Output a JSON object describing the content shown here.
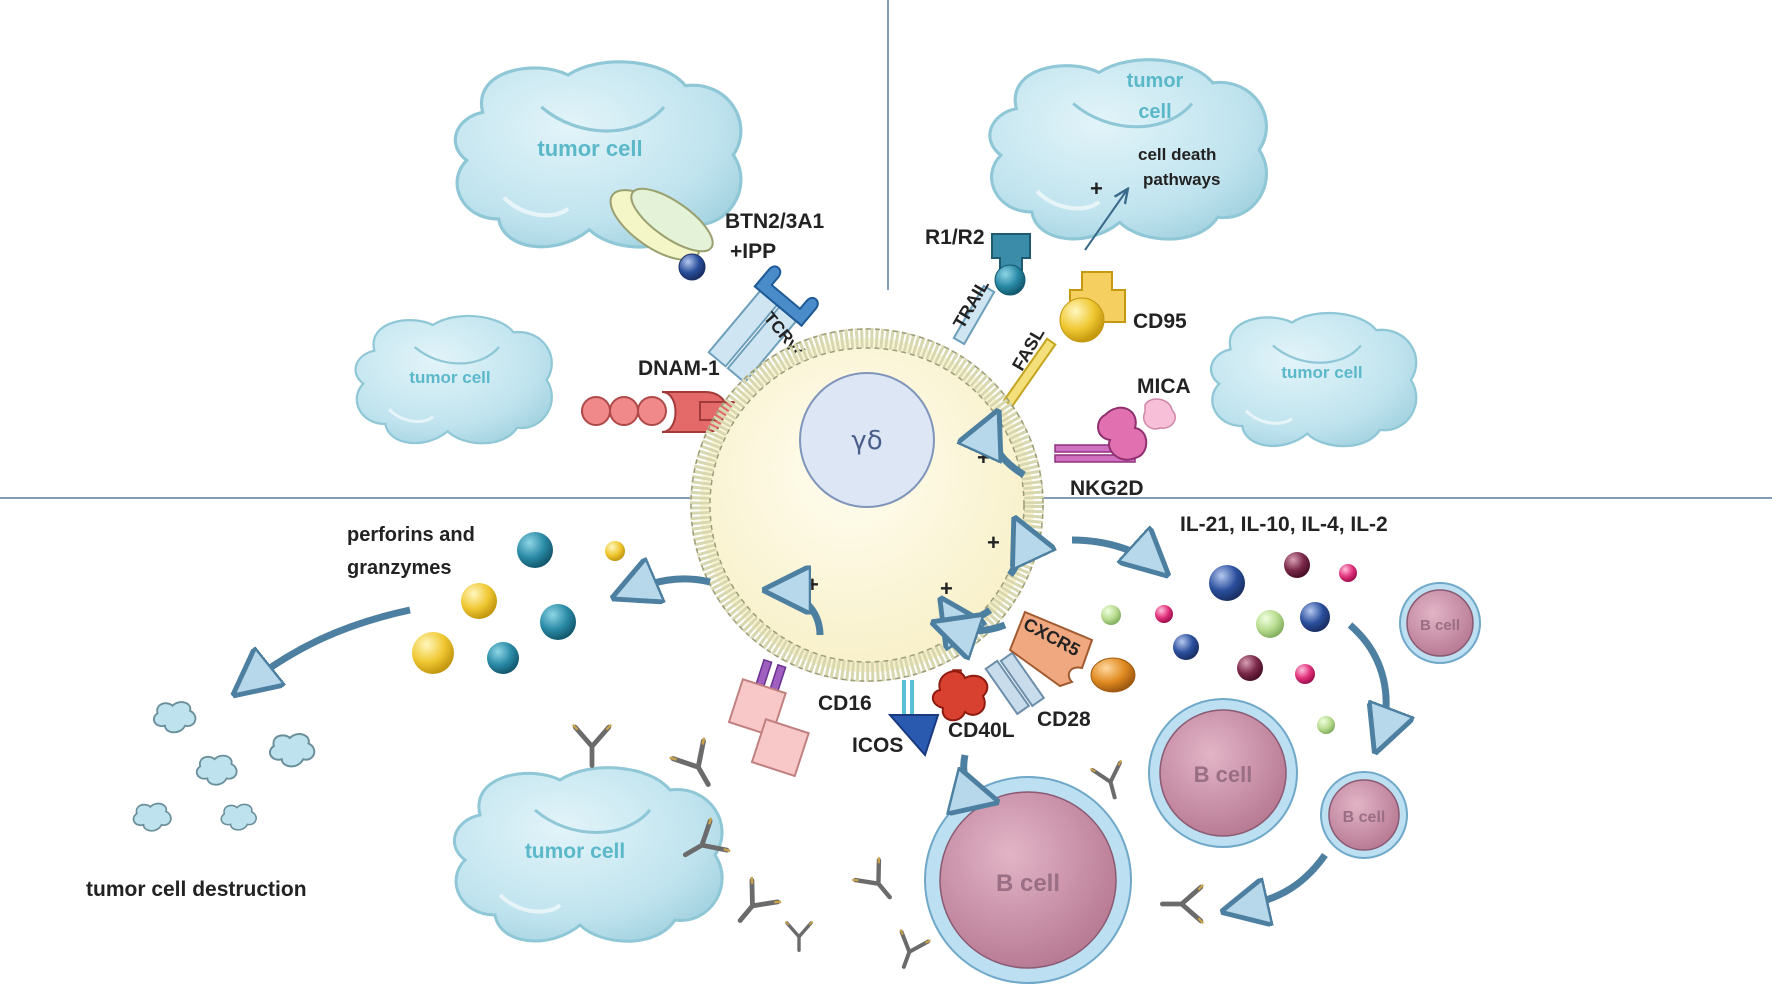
{
  "center": {
    "label": "γδ"
  },
  "tumor_labels": {
    "top_left": "tumor cell",
    "left": "tumor cell",
    "top_right_line1": "tumor",
    "top_right_line2": "cell",
    "right": "tumor cell",
    "bottom": "tumor cell"
  },
  "receptor_labels": {
    "btn_line1": "BTN2/3A1",
    "btn_line2": "+IPP",
    "tcr": "TCRγδ",
    "dnam": "DNAM-1",
    "r1r2": "R1/R2",
    "trail": "TRAIL",
    "fasl": "FASL",
    "cd95": "CD95",
    "mica": "MICA",
    "nkg2d": "NKG2D",
    "cd16": "CD16",
    "icos": "ICOS",
    "cd40l": "CD40L",
    "cd28": "CD28",
    "cxcr5": "CXCR5"
  },
  "pathway_labels": {
    "cell_death_line1": "cell death",
    "cell_death_line2": "pathways",
    "perforins_line1": "perforins and",
    "perforins_line2": "granzymes",
    "destruction": "tumor cell destruction",
    "cytokines": "IL-21, IL-10, IL-4, IL-2"
  },
  "bcell_labels": {
    "b1": "B cell",
    "b2": "B cell",
    "b3": "B cell",
    "b4": "B cell"
  },
  "signs": {
    "plus": "+"
  },
  "colors": {
    "tumor_fill": "#bfe3ee",
    "tumor_stroke": "#8fc7d6",
    "cell_fill": "#fcf6dc",
    "membrane": "#d8d8b0",
    "nucleus": "#dde6f4",
    "bcell_fill": "#c9889f",
    "bcell_halo": "#bcdff2",
    "divider": "#5b7ba0"
  }
}
